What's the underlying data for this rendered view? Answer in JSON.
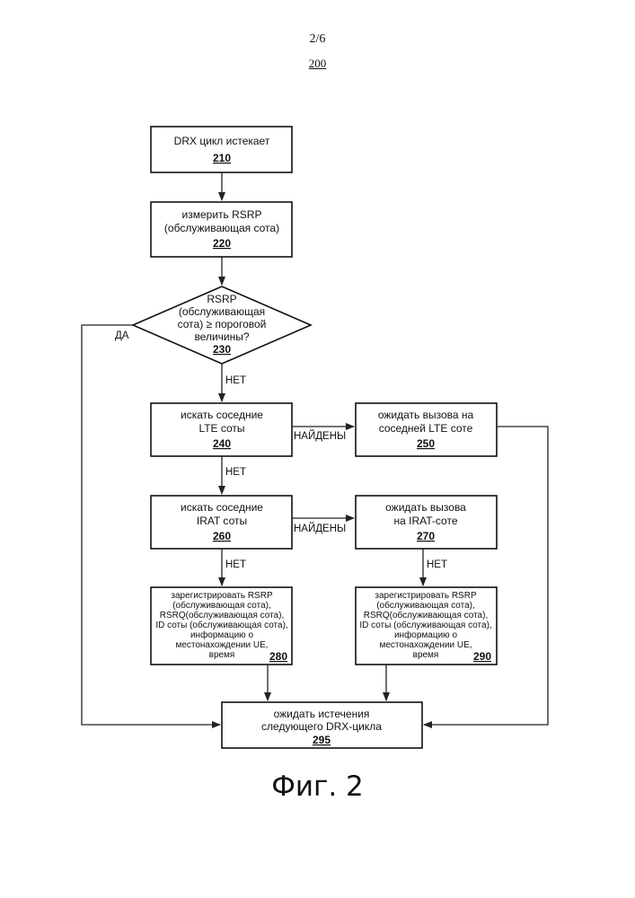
{
  "page_number": "2/6",
  "figure_ref": "200",
  "caption": "Фиг. 2",
  "nodes": {
    "n210": {
      "lines": [
        "DRX цикл истекает"
      ],
      "num": "210"
    },
    "n220": {
      "lines": [
        "измерить RSRP",
        "(обслуживающая сота)"
      ],
      "num": "220"
    },
    "n230": {
      "lines": [
        "RSRP",
        "(обслуживающая",
        "сота) ≥ пороговой",
        "величины?"
      ],
      "num": "230"
    },
    "n240": {
      "lines": [
        "искать соседние",
        "LTE соты"
      ],
      "num": "240"
    },
    "n250": {
      "lines": [
        "ожидать вызова на",
        "соседней LTE соте"
      ],
      "num": "250"
    },
    "n260": {
      "lines": [
        "искать соседние",
        "IRAT соты"
      ],
      "num": "260"
    },
    "n270": {
      "lines": [
        "ожидать вызова",
        "на IRAT-соте"
      ],
      "num": "270"
    },
    "n280": {
      "lines": [
        "зарегистрировать RSRP",
        "(обслуживающая сота),",
        "RSRQ(обслуживающая сота),",
        "ID соты (обслуживающая сота),",
        "информацию о",
        "местонахождении UE,",
        "время"
      ],
      "num": "280"
    },
    "n290": {
      "lines": [
        "зарегистрировать RSRP",
        "(обслуживающая сота),",
        "RSRQ(обслуживающая сота),",
        "ID соты (обслуживающая сота),",
        "информацию о",
        "местонахождении UE,",
        "время"
      ],
      "num": "290"
    },
    "n295": {
      "lines": [
        "ожидать истечения",
        "следующего DRX-цикла"
      ],
      "num": "295"
    }
  },
  "edge_labels": {
    "yes": "ДА",
    "no_230": "НЕТ",
    "found_240": "НАЙДЕНЫ",
    "no_240": "НЕТ",
    "found_260": "НАЙДЕНЫ",
    "no_260": "НЕТ",
    "no_270": "НЕТ"
  }
}
